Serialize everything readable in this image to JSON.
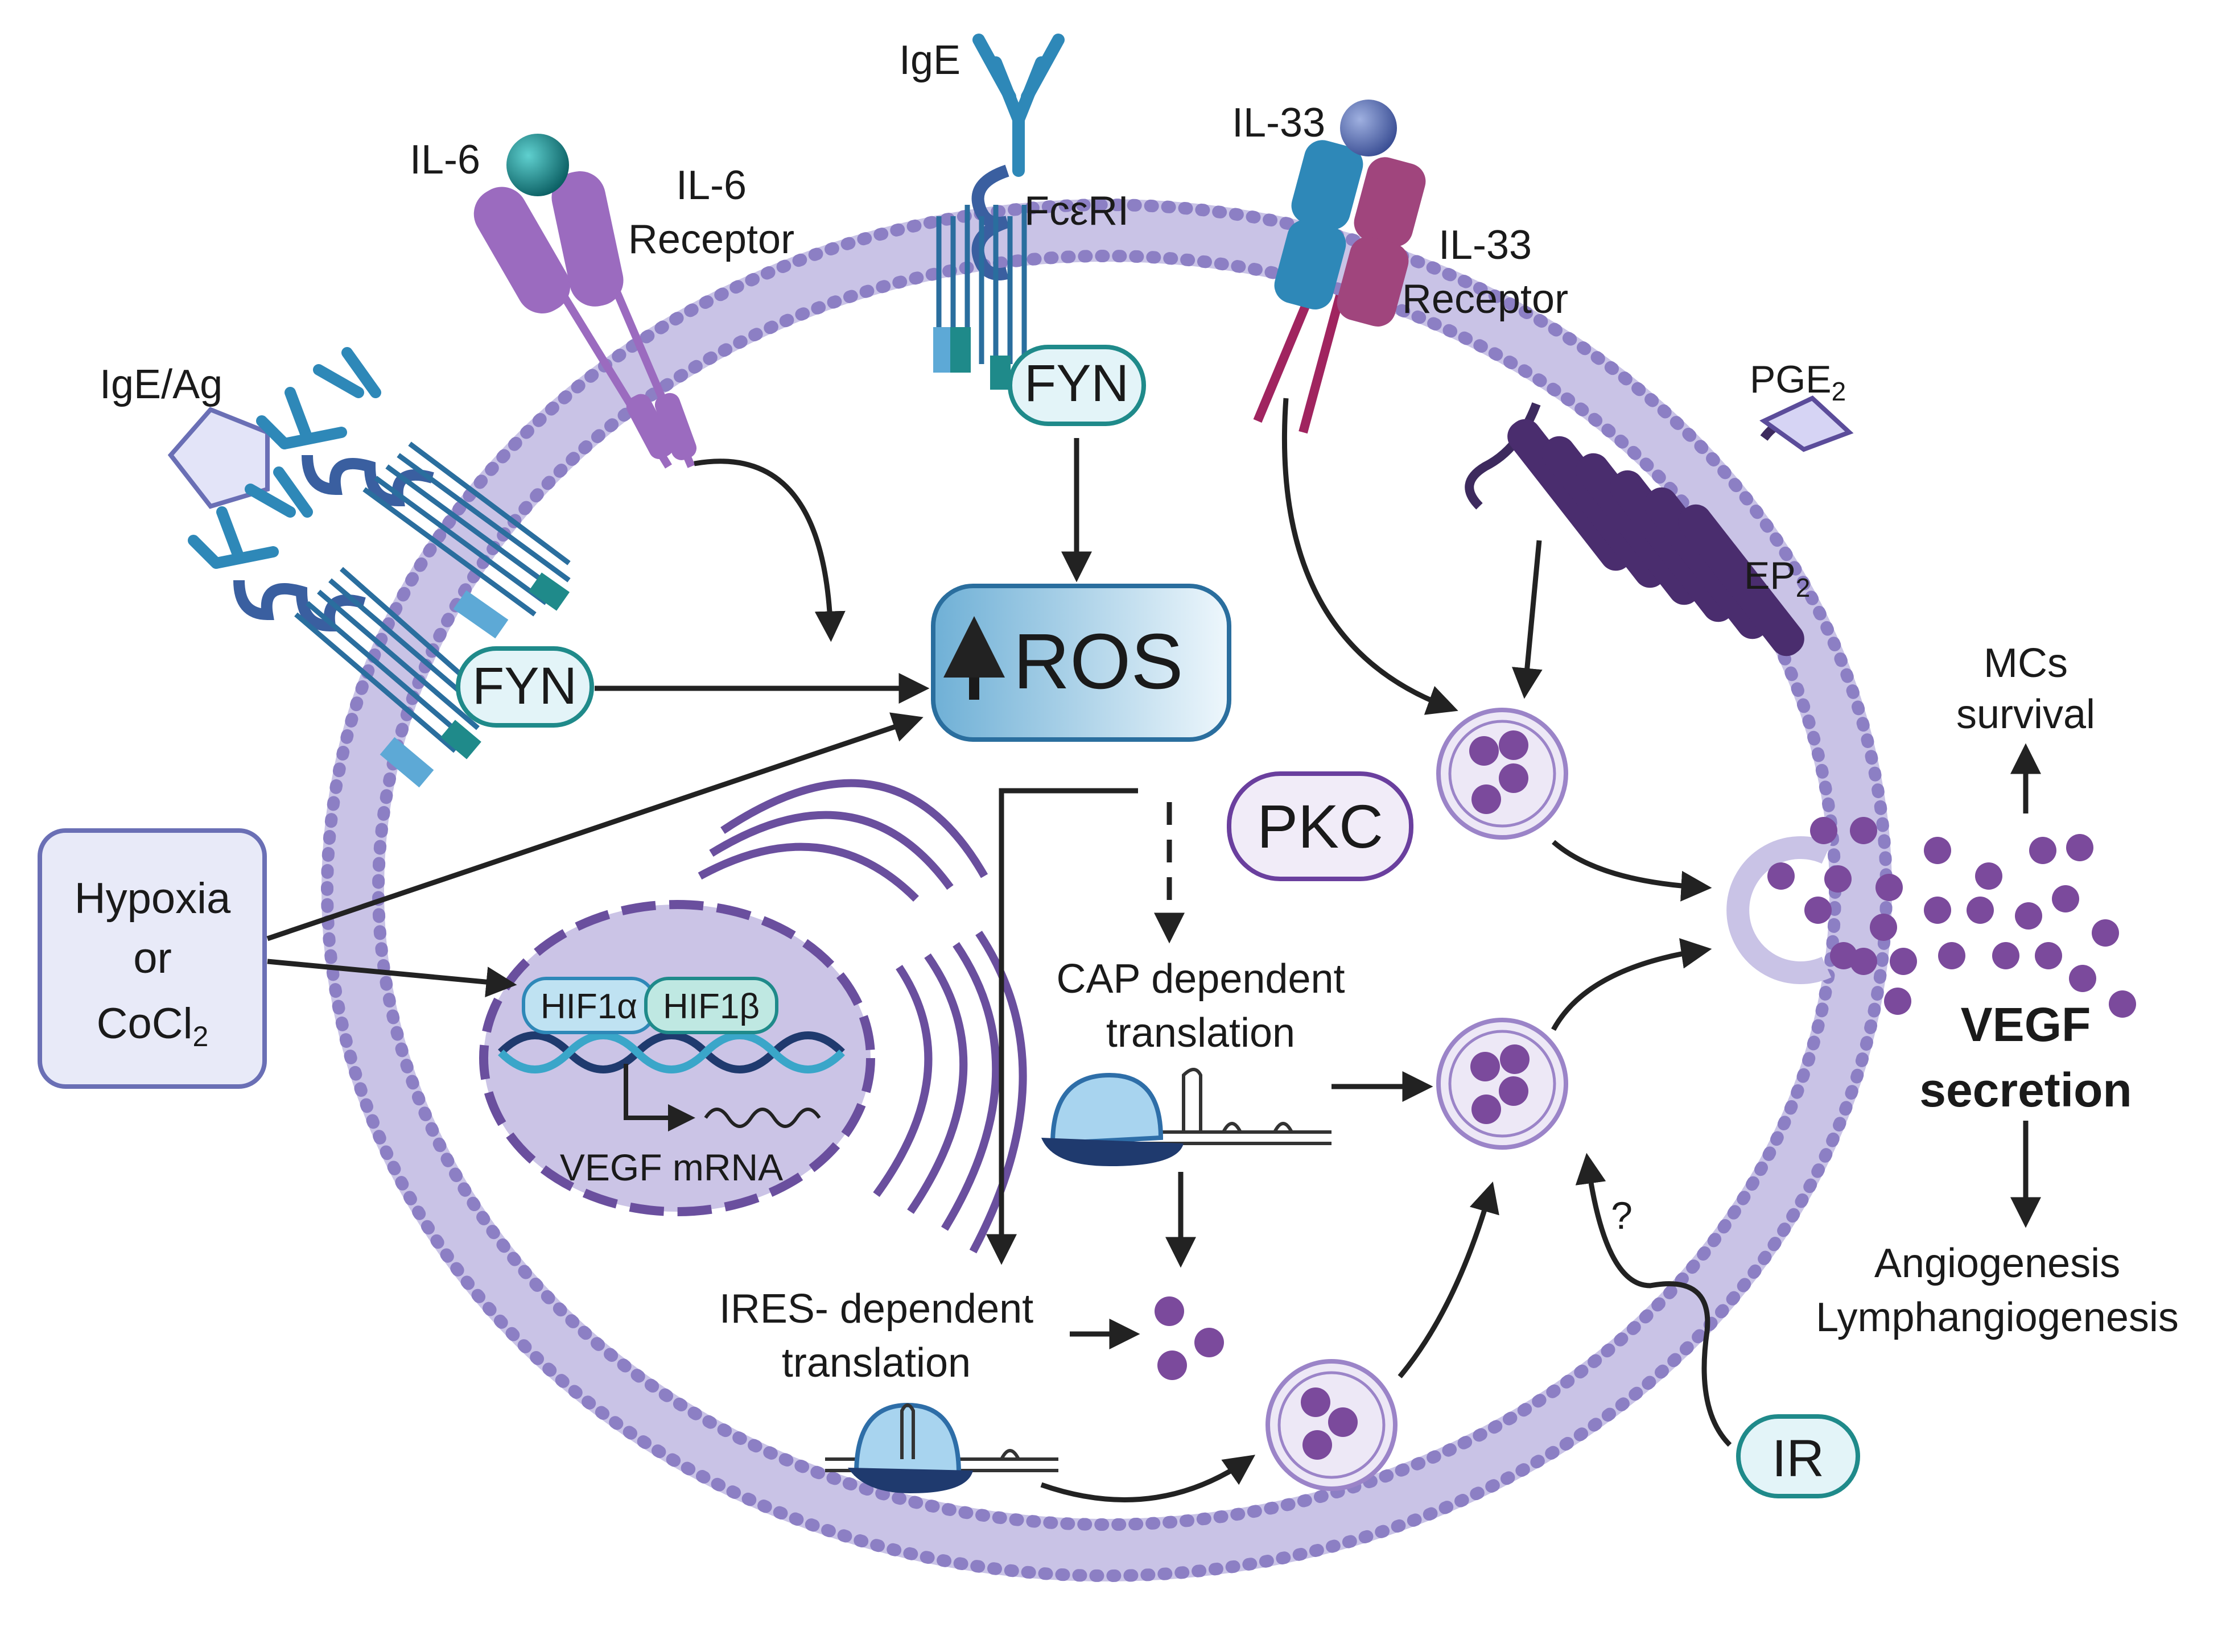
{
  "labels": {
    "il6": "IL-6",
    "il6_receptor_line1": "IL-6",
    "il6_receptor_line2": "Receptor",
    "ige_top": "IgE",
    "fceri": "FcεRI",
    "il33": "IL-33",
    "il33_receptor_line1": "IL-33",
    "il33_receptor_line2": "Receptor",
    "ige_ag": "IgE/Ag",
    "pge2": "PGE",
    "pge2_sub": "2",
    "ep2": "EP",
    "ep2_sub": "2",
    "fyn_top": "FYN",
    "fyn_left": "FYN",
    "ros": "ROS",
    "pkc": "PKC",
    "hypoxia_line1": "Hypoxia",
    "hypoxia_line2": "or",
    "hypoxia_line3": "CoCl",
    "hypoxia_sub": "2",
    "hif1a": "HIF1α",
    "hif1b": "HIF1β",
    "vegf_mrna": "VEGF mRNA",
    "cap_line1": "CAP  dependent",
    "cap_line2": "translation",
    "ires_line1": "IRES- dependent",
    "ires_line2": "translation",
    "question": "?",
    "ir": "IR",
    "mcs_line1": "MCs",
    "mcs_line2": "survival",
    "vegf_sec_line1": "VEGF",
    "vegf_sec_line2": "secretion",
    "angio_line1": "Angiogenesis",
    "angio_line2": "Lymphangiogenesis"
  },
  "colors": {
    "membrane": "#8c7fc4",
    "purple_dark": "#4a2d6e",
    "purple_mid": "#9b6bbf",
    "vesicle": "#7b4a9c",
    "teal": "#1f8a8a",
    "blue": "#2e88b8",
    "magenta": "#a0457d",
    "box_fill": "#e8eaf8",
    "box_stroke": "#6a6fb5",
    "arrow": "#222222"
  }
}
